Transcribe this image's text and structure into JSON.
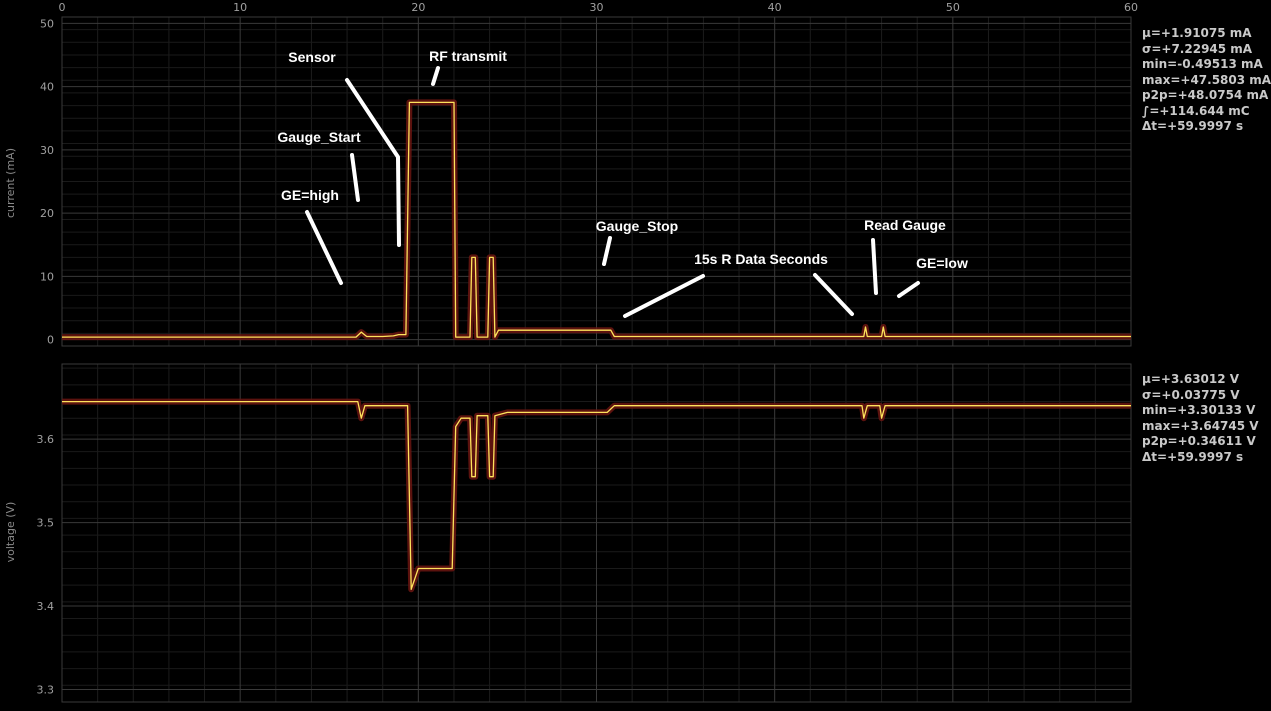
{
  "chart_data": [
    {
      "type": "line",
      "ylabel": "current (mA)",
      "xlim": [
        0,
        60
      ],
      "ylim": [
        -1,
        51
      ],
      "x_ticks": [
        0,
        10,
        20,
        30,
        40,
        50,
        60
      ],
      "y_ticks": [
        0,
        10,
        20,
        30,
        40,
        50
      ],
      "grid": true,
      "series": [
        {
          "values_xy": [
            [
              0,
              0.4
            ],
            [
              16.5,
              0.4
            ],
            [
              16.8,
              1.2
            ],
            [
              17.1,
              0.5
            ],
            [
              18,
              0.5
            ],
            [
              18.6,
              0.6
            ],
            [
              18.9,
              0.8
            ],
            [
              19.3,
              0.8
            ],
            [
              19.5,
              37.5
            ],
            [
              22,
              37.5
            ],
            [
              22.1,
              0.4
            ],
            [
              22.9,
              0.4
            ],
            [
              23.0,
              13
            ],
            [
              23.2,
              13
            ],
            [
              23.3,
              0.4
            ],
            [
              23.9,
              0.4
            ],
            [
              24.0,
              13
            ],
            [
              24.2,
              13
            ],
            [
              24.3,
              0.4
            ],
            [
              24.5,
              1.5
            ],
            [
              30.8,
              1.5
            ],
            [
              31.0,
              0.5
            ],
            [
              45,
              0.5
            ],
            [
              45.1,
              2
            ],
            [
              45.2,
              0.5
            ],
            [
              46,
              0.5
            ],
            [
              46.1,
              2
            ],
            [
              46.2,
              0.5
            ],
            [
              60,
              0.5
            ]
          ]
        }
      ],
      "annotations": [
        {
          "text": "GE=high"
        },
        {
          "text": "Gauge_Start"
        },
        {
          "text": "Sensor"
        },
        {
          "text": "RF transmit"
        },
        {
          "text": "Gauge_Stop"
        },
        {
          "text": "15s R Data Seconds"
        },
        {
          "text": "Read Gauge"
        },
        {
          "text": "GE=low"
        }
      ],
      "stats": [
        "μ=+1.91075 mA",
        "σ=+7.22945 mA",
        "min=-0.49513 mA",
        "max=+47.5803 mA",
        "p2p=+48.0754 mA",
        "∫=+114.644 mC",
        "Δt=+59.9997  s"
      ]
    },
    {
      "type": "line",
      "ylabel": "voltage (V)",
      "xlim": [
        0,
        60
      ],
      "ylim": [
        3.285,
        3.69
      ],
      "x_ticks": [
        0,
        10,
        20,
        30,
        40,
        50,
        60
      ],
      "y_ticks": [
        3.3,
        3.4,
        3.5,
        3.6
      ],
      "grid": true,
      "series": [
        {
          "values_xy": [
            [
              0,
              3.645
            ],
            [
              16.6,
              3.645
            ],
            [
              16.8,
              3.625
            ],
            [
              17.0,
              3.64
            ],
            [
              18.7,
              3.64
            ],
            [
              19.0,
              3.64
            ],
            [
              19.4,
              3.64
            ],
            [
              19.6,
              3.42
            ],
            [
              20.0,
              3.445
            ],
            [
              21.9,
              3.445
            ],
            [
              22.1,
              3.615
            ],
            [
              22.4,
              3.625
            ],
            [
              22.9,
              3.625
            ],
            [
              23.0,
              3.555
            ],
            [
              23.2,
              3.555
            ],
            [
              23.3,
              3.628
            ],
            [
              23.9,
              3.628
            ],
            [
              24.0,
              3.555
            ],
            [
              24.2,
              3.555
            ],
            [
              24.3,
              3.628
            ],
            [
              25,
              3.632
            ],
            [
              30.6,
              3.632
            ],
            [
              31.0,
              3.64
            ],
            [
              44.9,
              3.64
            ],
            [
              45.0,
              3.625
            ],
            [
              45.2,
              3.64
            ],
            [
              45.9,
              3.64
            ],
            [
              46.0,
              3.625
            ],
            [
              46.2,
              3.64
            ],
            [
              60,
              3.64
            ]
          ]
        }
      ],
      "stats": [
        "μ=+3.63012  V",
        "σ=+0.03775  V",
        "min=+3.30133  V",
        "max=+3.64745  V",
        "p2p=+0.34611  V",
        "Δt=+59.9997  s"
      ]
    }
  ]
}
